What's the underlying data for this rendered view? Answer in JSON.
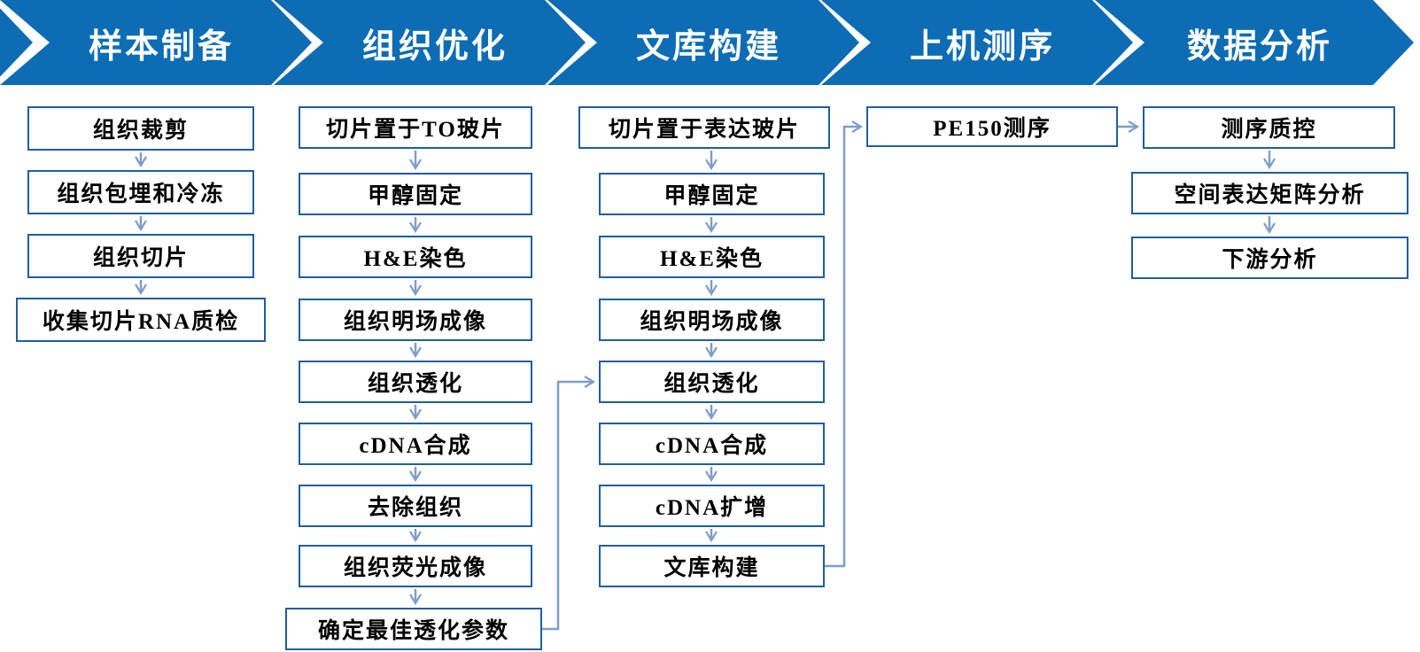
{
  "stages": [
    {
      "label": "样本制备",
      "steps": [
        "组织裁剪",
        "组织包埋和冷冻",
        "组织切片",
        "收集切片RNA质检"
      ]
    },
    {
      "label": "组织优化",
      "steps": [
        "切片置于TO玻片",
        "甲醇固定",
        "H&E染色",
        "组织明场成像",
        "组织透化",
        "cDNA合成",
        "去除组织",
        "组织荧光成像",
        "确定最佳透化参数"
      ]
    },
    {
      "label": "文库构建",
      "steps": [
        "切片置于表达玻片",
        "甲醇固定",
        "H&E染色",
        "组织明场成像",
        "组织透化",
        "cDNA合成",
        "cDNA扩增",
        "文库构建"
      ]
    },
    {
      "label": "上机测序",
      "steps": [
        "PE150测序"
      ]
    },
    {
      "label": "数据分析",
      "steps": [
        "测序质控",
        "空间表达矩阵分析",
        "下游分析"
      ]
    }
  ],
  "cross_links": [
    {
      "from": "确定最佳透化参数",
      "to": "组织透化"
    },
    {
      "from": "文库构建",
      "to": "PE150测序"
    },
    {
      "from": "PE150测序",
      "to": "测序质控"
    }
  ],
  "colors": {
    "banner_blue": "#0D6CB4",
    "box_border": "#215E9A",
    "connector": "#7F9DC9",
    "text": "#000000",
    "banner_text": "#FFFFFF",
    "background": "#FFFFFF"
  }
}
